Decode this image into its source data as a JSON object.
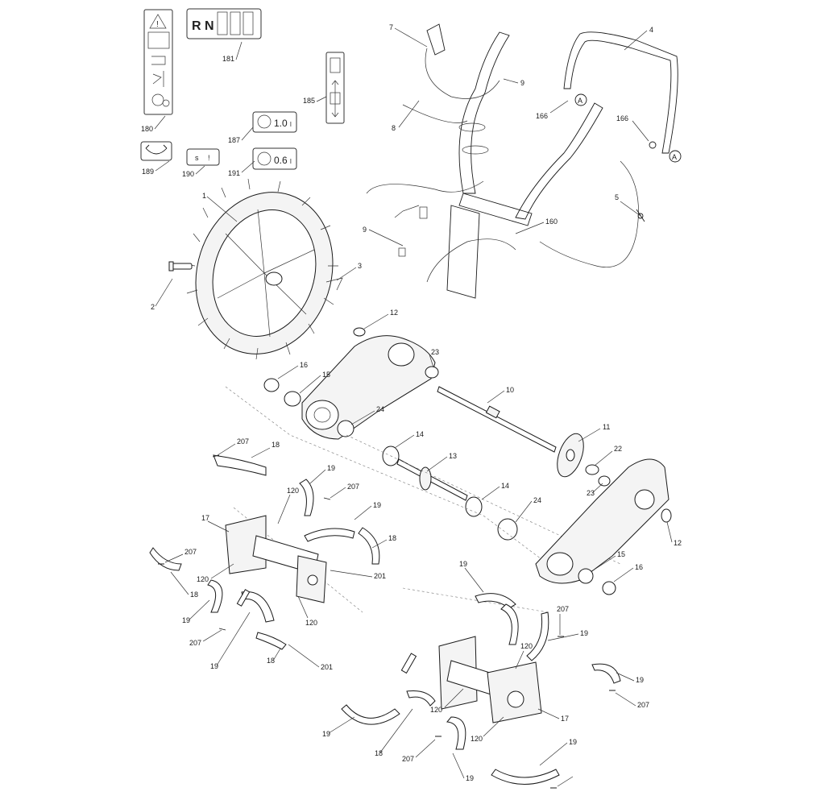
{
  "decals": {
    "rn_text": "R N",
    "oil_1": "1.0",
    "oil_2": "0.6",
    "oil_unit": "l"
  },
  "callouts": [
    "1",
    "2",
    "3",
    "4",
    "5",
    "7",
    "8",
    "9",
    "9",
    "10",
    "11",
    "12",
    "12",
    "13",
    "14",
    "14",
    "15",
    "15",
    "16",
    "16",
    "17",
    "17",
    "18",
    "18",
    "18",
    "18",
    "18",
    "19",
    "19",
    "19",
    "19",
    "19",
    "19",
    "19",
    "19",
    "19",
    "19",
    "22",
    "23",
    "23",
    "24",
    "24",
    "120",
    "120",
    "120",
    "120",
    "120",
    "120",
    "160",
    "166",
    "166",
    "180",
    "181",
    "185",
    "187",
    "189",
    "190",
    "191",
    "201",
    "201",
    "207",
    "207",
    "207",
    "207",
    "207",
    "207",
    "207"
  ],
  "markers": [
    "A",
    "A"
  ]
}
